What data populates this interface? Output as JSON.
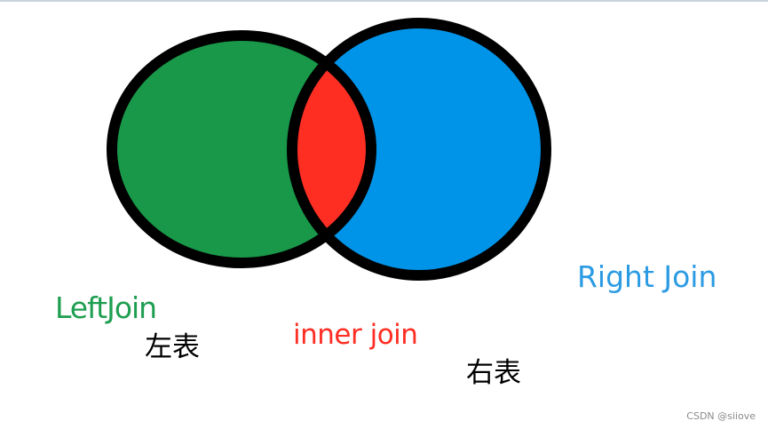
{
  "diagram": {
    "left_set": {
      "label": "LeftJoin",
      "sublabel": "左表",
      "color": "#189848"
    },
    "right_set": {
      "label": "Right Join",
      "sublabel": "右表",
      "color": "#0094e8"
    },
    "intersection": {
      "label": "inner join",
      "color": "#ff2e23"
    },
    "outline_color": "#000000",
    "left_label_color": "#1e9e50",
    "right_label_color": "#2b9be3",
    "inner_label_color": "#ff2e23"
  },
  "watermark": "CSDN @siiove"
}
